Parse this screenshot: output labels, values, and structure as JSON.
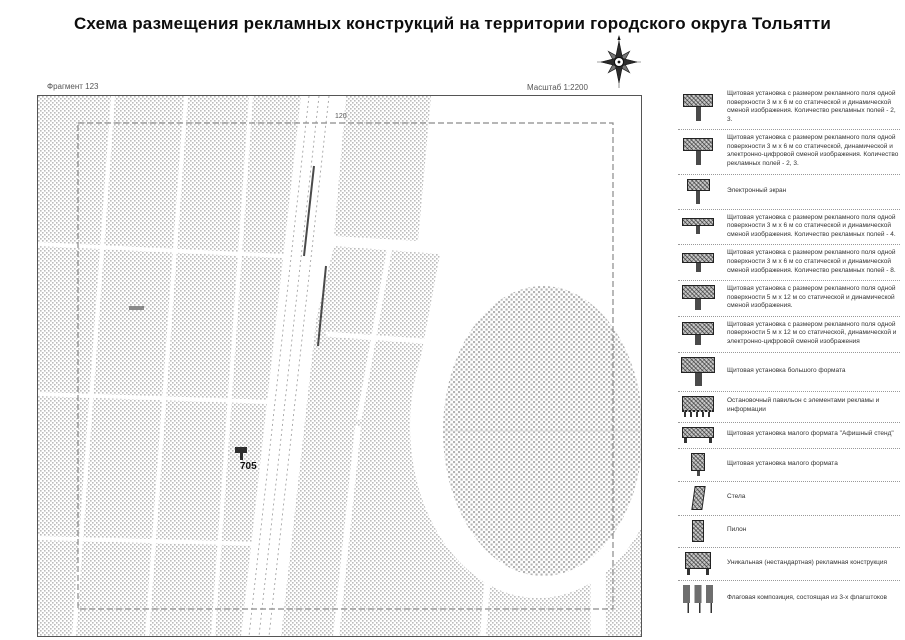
{
  "title": "Схема размещения рекламных конструкций на территории городского округа Тольятти",
  "map": {
    "fragment_label": "Фрагмент 123",
    "scale_label": "Масштаб 1:2200",
    "road_label": "120",
    "marker_label": "705"
  },
  "legend": {
    "items": [
      {
        "icon": "billboard-2-3-static",
        "label": "Щитовая установка с размером рекламного поля одной поверхности 3 м х 6 м со статической и динамической сменой изображения. Количество рекламных полей - 2, 3."
      },
      {
        "icon": "billboard-2-3-digital",
        "label": "Щитовая установка с размером рекламного поля одной поверхности 3 м х 6 м со статической, динамической и электронно-цифровой сменой изображения. Количество рекламных полей - 2, 3."
      },
      {
        "icon": "electronic-screen",
        "label": "Электронный экран"
      },
      {
        "icon": "billboard-4",
        "label": "Щитовая установка с размером рекламного поля одной поверхности 3 м х 6 м со статической и динамической сменой изображения. Количество рекламных полей - 4."
      },
      {
        "icon": "billboard-8",
        "label": "Щитовая установка с размером рекламного поля одной поверхности 3 м х 6 м со статической и динамической сменой изображения. Количество рекламных полей - 8."
      },
      {
        "icon": "billboard-5x12-static",
        "label": "Щитовая установка с размером рекламного поля одной поверхности 5 м х 12 м со статической и динамической сменой изображения."
      },
      {
        "icon": "billboard-5x12-digital",
        "label": "Щитовая установка с размером рекламного поля одной поверхности 5 м х 12 м со статической, динамической и электронно-цифровой сменой изображения"
      },
      {
        "icon": "large-format-billboard",
        "label": "Щитовая установка большого формата"
      },
      {
        "icon": "bus-stop-pavilion",
        "label": "Остановочный павильон с элементами рекламы и информации"
      },
      {
        "icon": "poster-stand",
        "label": "Щитовая установка малого формата \"Афишный стенд\""
      },
      {
        "icon": "small-format-billboard",
        "label": "Щитовая установка малого формата"
      },
      {
        "icon": "stela",
        "label": "Стела"
      },
      {
        "icon": "pylon",
        "label": "Пилон"
      },
      {
        "icon": "unique-construction",
        "label": "Уникальная (нестандартная) рекламная конструкция"
      },
      {
        "icon": "flag-composition",
        "label": "Флаговая композиция, состоящая из 3-х флагштоков"
      }
    ]
  },
  "colors": {
    "halftone": "#bcbcbc",
    "map_border": "#555555",
    "dashed_border": "#8a8a8a",
    "title_text": "#0d0d0d"
  }
}
